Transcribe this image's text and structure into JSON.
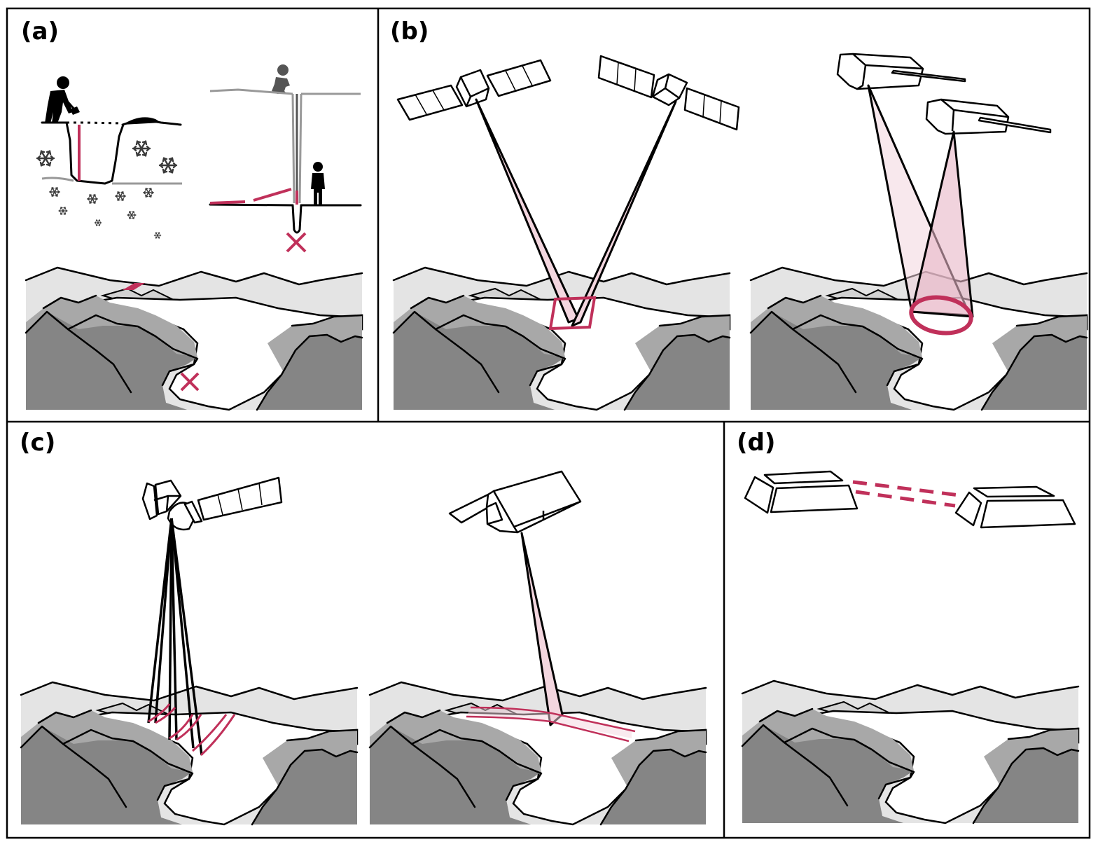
{
  "figure": {
    "panels": [
      {
        "id": "a",
        "label": "(a)"
      },
      {
        "id": "b",
        "label": "(b)"
      },
      {
        "id": "c",
        "label": "(c)"
      },
      {
        "id": "d",
        "label": "(d)"
      }
    ],
    "colors": {
      "accent": "#c0305a",
      "beam_fill": "#f3d6df",
      "mountain_dark": "#858585",
      "mountain_mid": "#a8a8a8",
      "mountain_light": "#d2d2d2",
      "mountain_far": "#e4e4e4",
      "ice": "#ffffff",
      "outline": "#000000"
    }
  }
}
